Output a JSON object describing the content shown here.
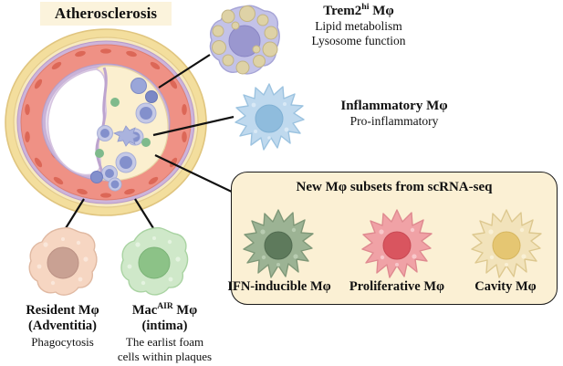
{
  "title": {
    "banner_text": "Atherosclerosis",
    "banner_bg": "#fbf3dc"
  },
  "diagram": {
    "artery": {
      "name": "atherosclerotic-artery-cross-section",
      "layers": [
        {
          "name": "adventitia",
          "color": "#f2dd9a"
        },
        {
          "name": "media",
          "color": "#ef8d7e"
        },
        {
          "name": "internal-elastic-lamina",
          "color": "#c9b3d8"
        },
        {
          "name": "plaque",
          "color": "#fbefcf"
        },
        {
          "name": "lumen",
          "color": "#ffffff"
        }
      ],
      "plaque_cell_colors": {
        "foam_cell": "#8f9bd4",
        "small_green_cell": "#7fba8c"
      }
    }
  },
  "cells": {
    "trem2": {
      "name": "trem2hi-macrophage",
      "body_color": "#c3c2e8",
      "nucleus_color": "#9a97cf",
      "droplet_color": "#ded2a6",
      "heading_pre": "Trem2",
      "heading_sup": "hi",
      "heading_post": " Mφ",
      "sub_line1": "Lipid metabolism",
      "sub_line2": "Lysosome function"
    },
    "inflammatory": {
      "name": "inflammatory-macrophage",
      "body_color": "#bfd9ee",
      "nucleus_color": "#8fbcdd",
      "heading": "Inflammatory Mφ",
      "sub_line1": "Pro-inflammatory"
    },
    "resident": {
      "name": "resident-macrophage",
      "body_color": "#f6d6c2",
      "nucleus_color": "#c9a193",
      "heading_line1": "Resident Mφ",
      "heading_line2": "(Adventitia)",
      "sub_line1": "Phagocytosis"
    },
    "macair": {
      "name": "mac-air-macrophage",
      "body_color": "#cfe8c9",
      "nucleus_color": "#8cc287",
      "heading_pre": "Mac",
      "heading_sup": "AIR",
      "heading_post": " Mφ",
      "heading_line2": "(intima)",
      "sub_line1": "The earlist foam",
      "sub_line2": "cells within plaques"
    },
    "ifn": {
      "name": "ifn-inducible-macrophage",
      "body_color": "#9cb394",
      "nucleus_color": "#5e7a5c",
      "label": "IFN-inducible Mφ"
    },
    "proliferative": {
      "name": "proliferative-macrophage",
      "body_color": "#f0a2a6",
      "nucleus_color": "#d9555f",
      "label": "Proliferative Mφ"
    },
    "cavity": {
      "name": "cavity-macrophage",
      "body_color": "#f2e3bb",
      "nucleus_color": "#e5c672",
      "label": "Cavity Mφ"
    }
  },
  "panel": {
    "name": "scrna-seq-subsets-panel",
    "title": "New Mφ subsets from scRNA-seq",
    "bg_color": "#fbf0d4",
    "border_color": "#1a1a1a"
  }
}
